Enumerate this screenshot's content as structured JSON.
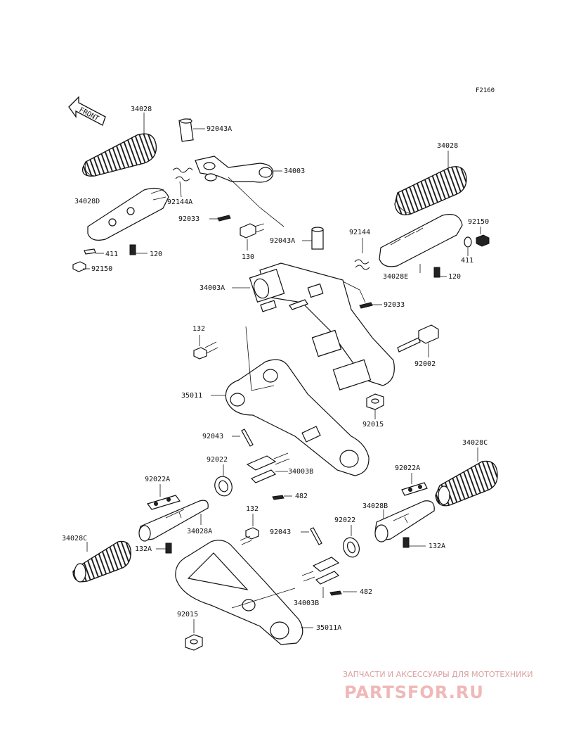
{
  "diagram": {
    "code": "F2160",
    "front_label": "FRONT",
    "labels": {
      "p34028_top": "34028",
      "p92043A_top": "92043A",
      "p34003": "34003",
      "p34028D": "34028D",
      "p92144A": "92144A",
      "p92033_top": "92033",
      "p411_left": "411",
      "p120_left": "120",
      "p92150_left": "92150",
      "p130": "130",
      "p34028_right": "34028",
      "p92150_right": "92150",
      "p92144": "92144",
      "p92043A_mid": "92043A",
      "p411_right": "411",
      "p34028E": "34028E",
      "p120_right": "120",
      "p34003A": "34003A",
      "p92033_mid": "92033",
      "p132_top": "132",
      "p92002": "92002",
      "p35011": "35011",
      "p92015_right": "92015",
      "p92043_mid": "92043",
      "p92022_left": "92022",
      "p34003B_top": "34003B",
      "p482_top": "482",
      "p34028C_right": "34028C",
      "p92022A_left": "92022A",
      "p92022A_right": "92022A",
      "p34028B": "34028B",
      "p34028A": "34028A",
      "p132_mid": "132",
      "p92043_low": "92043",
      "p92022_right": "92022",
      "p34028C_left": "34028C",
      "p132A_left": "132A",
      "p132A_right": "132A",
      "p482_low": "482",
      "p34003B_low": "34003B",
      "p92015_low": "92015",
      "p35011A": "35011A"
    }
  },
  "watermark": {
    "line1": "ЗАПЧАСТИ И АКСЕССУАРЫ ДЛЯ МОТОТЕХНИКИ",
    "line2": "PARTSFOR.RU"
  }
}
